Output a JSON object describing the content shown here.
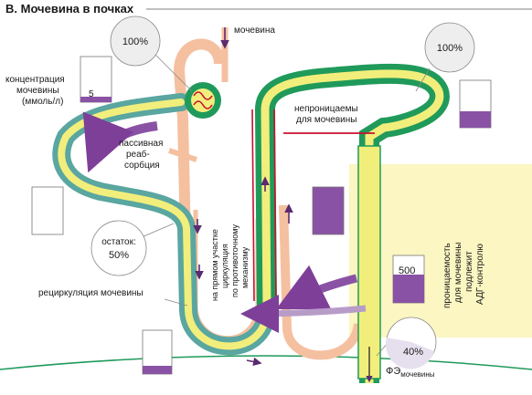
{
  "title": "В. Мочевина в почках",
  "labels": {
    "urea_top": "мочевина",
    "concentration_line1": "концентрация",
    "concentration_line2": "мочевины",
    "concentration_line3": "(ммоль/л)",
    "passive_line1": "пассивная",
    "passive_line2": "реаб-",
    "passive_line3": "сорбция",
    "impermeable_line1": "непроницаемы",
    "impermeable_line2": "для мочевины",
    "remainder_line1": "остаток:",
    "remainder_line2": "50%",
    "recirculation": "рециркуляция мочевины",
    "countercurrent_line1": "на прямом участке",
    "countercurrent_line2": "циркуляция",
    "countercurrent_line3": "по противоточному",
    "countercurrent_line4": "механизму",
    "adh_line1": "проницаемость",
    "adh_line2": "для мочевины",
    "adh_line3": "подлежит",
    "adh_line4": "АДГ-контролю",
    "fe_main": "ФЭ",
    "fe_sub": "мочевины"
  },
  "values": {
    "glomerulus_percent": "100%",
    "distal_percent": "100%",
    "concentration_value": "5",
    "collecting_value": "500",
    "excretion_percent": "40%"
  },
  "levels": {
    "proximal_box": 0.12,
    "distal_box": 0.35,
    "loop_box": 0.18,
    "collecting_box": 0.6
  },
  "colors": {
    "tubule_green": "#1f9a5a",
    "proximal_teal": "#5aa6a0",
    "tubule_yellow": "#f2ee7c",
    "vessel_salmon": "#f5c0a0",
    "urea_purple": "#8a52a4",
    "red_line": "#c8102e",
    "pale_yellow_bg": "#fbf6c2"
  }
}
